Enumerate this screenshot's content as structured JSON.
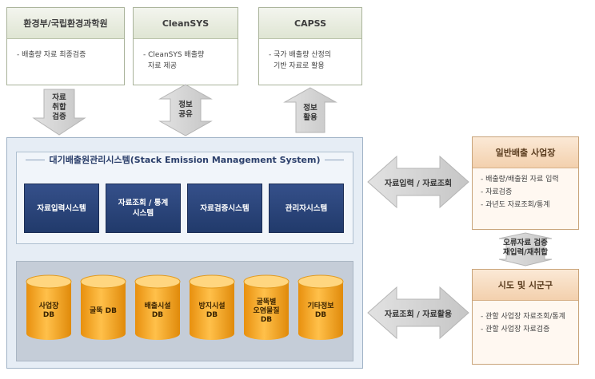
{
  "top_boxes": [
    {
      "title": "환경부/국립환경과학원",
      "lines": [
        "- 배출량 자료 최종검증"
      ]
    },
    {
      "title": "CleanSYS",
      "lines": [
        "- CleanSYS 배출량",
        "자료 제공"
      ]
    },
    {
      "title": "CAPSS",
      "lines": [
        "- 국가 배출량 산정의",
        "기반 자료로 활용"
      ]
    }
  ],
  "vertical_arrows": [
    {
      "label": [
        "자료",
        "취합",
        "검증"
      ],
      "direction": "down"
    },
    {
      "label": [
        "정보",
        "공유"
      ],
      "direction": "both"
    },
    {
      "label": [
        "정보",
        "활용"
      ],
      "direction": "up"
    }
  ],
  "system": {
    "title": "대기배출원관리시스템(Stack Emission Management System)",
    "modules": [
      [
        "자료입력시스템"
      ],
      [
        "자료조회 / 통계",
        "시스템"
      ],
      [
        "자료검증시스템"
      ],
      [
        "관리자시스템"
      ]
    ],
    "databases": [
      [
        "사업장",
        "DB"
      ],
      [
        "굴뚝 DB"
      ],
      [
        "배출시설",
        "DB"
      ],
      [
        "방지시설",
        "DB"
      ],
      [
        "굴뚝별",
        "오염물질",
        "DB"
      ],
      [
        "기타정보",
        "DB"
      ]
    ]
  },
  "horizontal_arrows": [
    {
      "label": "자료입력 / 자료조회"
    },
    {
      "label": "자료조회 / 자료활용"
    }
  ],
  "right_boxes": [
    {
      "title": "일반배출 사업장",
      "lines": [
        "- 배출량/배출원 자료 입력",
        "- 자료검증",
        "- 과년도 자료조회/통계"
      ]
    },
    {
      "title": "시도 및 시군구",
      "lines": [
        "- 관할 사업장 자료조회/통계",
        "- 관할 사업장 자료검증"
      ]
    }
  ],
  "right_link": {
    "label": [
      "오류자료 검증",
      "재입력/재취합"
    ]
  },
  "colors": {
    "module_blue": "#2a4479",
    "db_orange": "#f5a623",
    "arrow_gray": "#d2d2d2"
  }
}
